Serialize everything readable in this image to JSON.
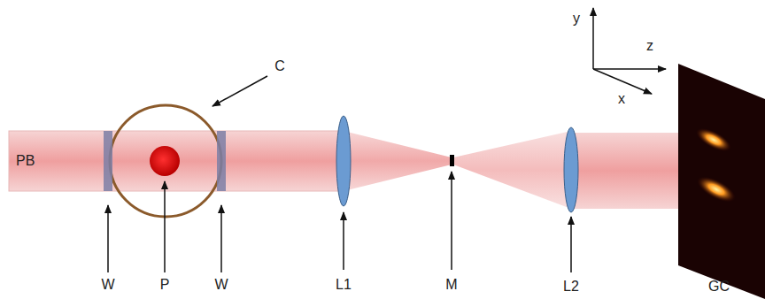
{
  "diagram": {
    "labels": [
      "PB",
      "C",
      "W",
      "P",
      "W",
      "L1",
      "M",
      "L2",
      "GC",
      "y",
      "z",
      "x"
    ]
  }
}
